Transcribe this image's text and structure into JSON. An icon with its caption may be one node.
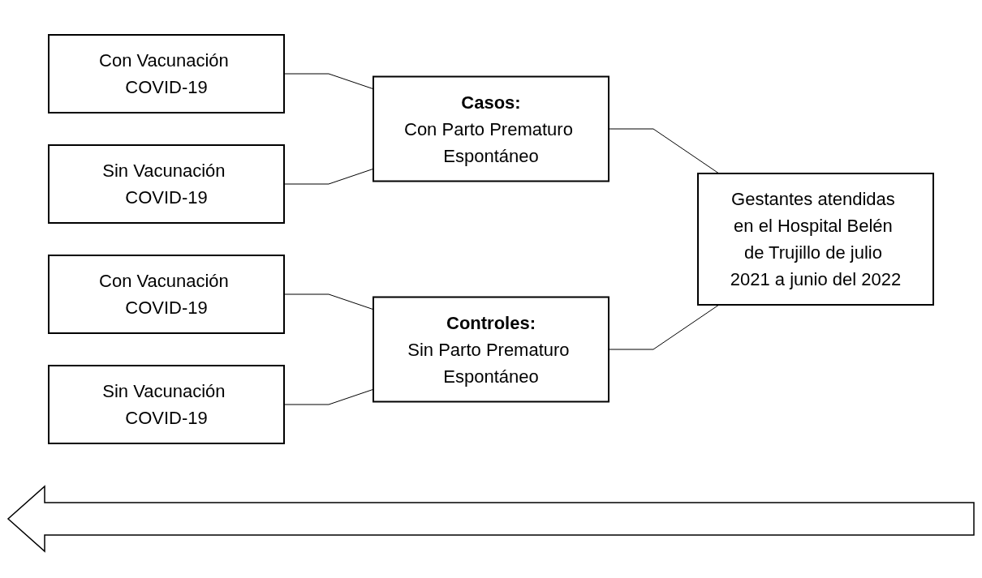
{
  "diagram": {
    "nodes": [
      {
        "text": [
          "Con Vacunación COVID-19"
        ]
      },
      {
        "text": [
          "Sin Vacunación COVID-19"
        ]
      },
      {
        "text": [
          "Con Vacunación COVID-19"
        ]
      },
      {
        "text": [
          "Sin Vacunación COVID-19"
        ]
      },
      {
        "text": [
          "Casos:",
          "Con Parto Prematuro Espontáneo"
        ]
      },
      {
        "text": [
          "Controles:",
          "Sin Parto Prematuro Espontáneo"
        ]
      },
      {
        "text": [
          "Gestantes atendidas en el Hospital Belén de Trujillo de julio 2021 a junio del 2022"
        ]
      }
    ],
    "edges": [
      {
        "from": 0,
        "to": 4,
        "arrow": "none"
      },
      {
        "from": 1,
        "to": 4,
        "arrow": "none"
      },
      {
        "from": 2,
        "to": 5,
        "arrow": "none"
      },
      {
        "from": 3,
        "to": 5,
        "arrow": "none"
      },
      {
        "from": 4,
        "to": 6,
        "arrow": "none"
      },
      {
        "from": 5,
        "to": 6,
        "arrow": "none"
      }
    ]
  }
}
